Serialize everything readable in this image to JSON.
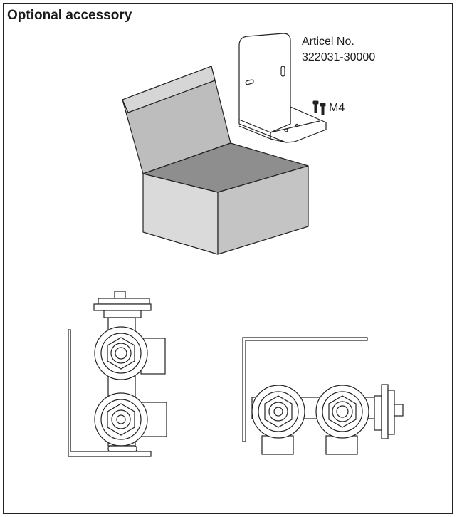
{
  "title": "Optional accessory",
  "article": {
    "label": "Articel No.",
    "number": "322031-30000"
  },
  "screw": {
    "label": "M4"
  },
  "icons": [
    "open-box-icon",
    "mounting-bracket-icon",
    "screw-icon",
    "valve-side-view-icon",
    "valve-front-view-icon"
  ]
}
